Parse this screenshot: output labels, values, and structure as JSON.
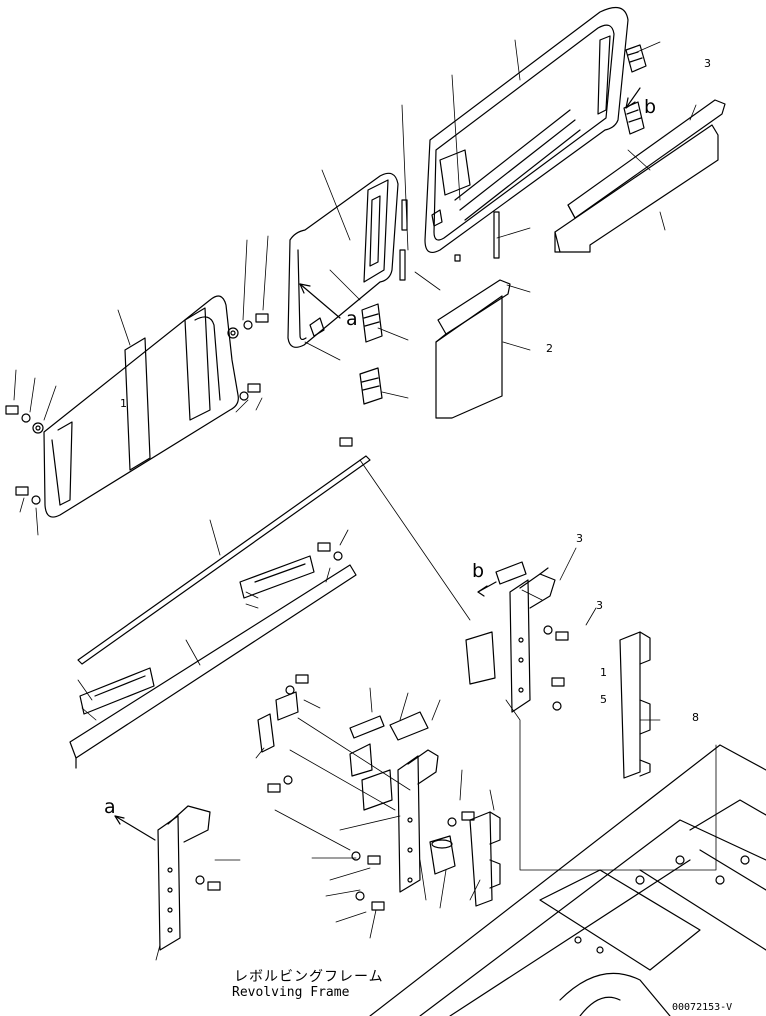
{
  "diagram": {
    "view_labels": {
      "a_top": "a",
      "b_top": "b",
      "b_mid": "b",
      "a_bottom": "a"
    },
    "callouts": {
      "top_right_counterweight": "3",
      "center_cover": "2",
      "panel_left": "1",
      "bracket_right_1": "1",
      "bracket_right_5": "5",
      "upright_8": "8",
      "bracket_3": "3",
      "bracket_right_3": "3"
    },
    "caption": {
      "japanese": "レボルビングフレーム",
      "english": "Revolving Frame"
    },
    "drawing_number": "00072153-V"
  }
}
